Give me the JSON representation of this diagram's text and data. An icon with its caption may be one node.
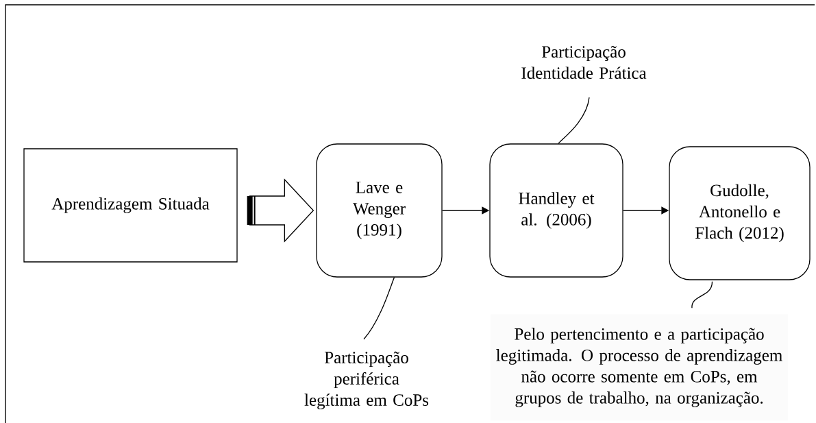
{
  "diagram": {
    "nodes": [
      {
        "text": [
          "Aprendizagem Situada"
        ]
      },
      {
        "text": [
          "Lave e Wenger (1991)"
        ]
      },
      {
        "text": [
          "Handley et al. (2006)"
        ]
      },
      {
        "text": [
          "Gudolle, Antonello e Flach (2012)"
        ]
      },
      {
        "text": [
          "Participação Identidade Prática"
        ]
      },
      {
        "text": [
          "Participação periférica legítima em CoPs"
        ]
      },
      {
        "text": [
          "Pelo pertencimento e a participação legitimada. O processo de aprendizagem não ocorre somente em CoPs, em grupos de trabalho, na organização."
        ]
      }
    ],
    "edges": [
      {
        "from": 0,
        "to": 1,
        "arrow": "to",
        "style": "thick"
      },
      {
        "from": 1,
        "to": 2,
        "arrow": "to"
      },
      {
        "from": 2,
        "to": 3,
        "arrow": "to"
      },
      {
        "from": 4,
        "to": 2,
        "arrow": "none"
      },
      {
        "from": 5,
        "to": 1,
        "arrow": "none"
      },
      {
        "from": 6,
        "to": 3,
        "arrow": "none"
      }
    ]
  }
}
